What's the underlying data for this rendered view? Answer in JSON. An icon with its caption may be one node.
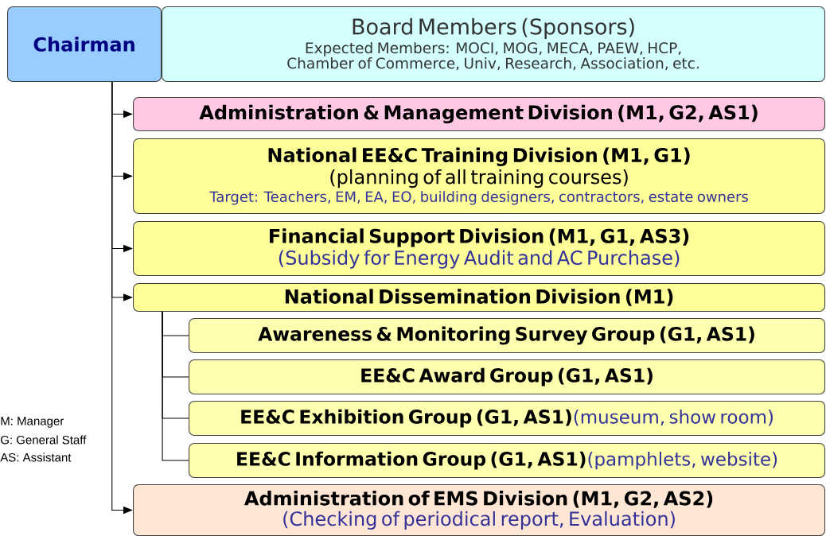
{
  "diagram": {
    "nodes": [
      {
        "text": [
          "Chairman"
        ]
      },
      {
        "text": [
          "Board Members (Sponsors)",
          "Expected Members: MOCI, MOG, MECA, PAEW, HCP, Chamber of Commerce, Univ, Research, Association, etc."
        ]
      },
      {
        "text": [
          "Administration & Management Division  (M1, G2, AS1)"
        ]
      },
      {
        "text": [
          "National EE&C Training Division (M1, G1)",
          "(planning of all training courses)",
          "Target: Teachers, EM, EA, EO, building designers, contractors, estate owners"
        ]
      },
      {
        "text": [
          "Financial Support Division (M1, G1, AS3)",
          "(Subsidy for Energy Audit and AC Purchase)"
        ]
      },
      {
        "text": [
          "National Dissemination Division (M1)"
        ]
      },
      {
        "text": [
          "Awareness & Monitoring Survey Group (G1, AS1)"
        ]
      },
      {
        "text": [
          "EE&C Award Group (G1, AS1)"
        ]
      },
      {
        "text": [
          "EE&C Exhibition Group (G1, AS1)",
          "(museum, show room)"
        ]
      },
      {
        "text": [
          "EE&C Information Group (G1, AS1)",
          "(pamphlets, website)"
        ]
      },
      {
        "text": [
          "Administration of EMS Division (M1, G2, AS2)",
          "(Checking of periodical report, Evaluation)"
        ]
      }
    ],
    "edges": [
      {
        "from": 0,
        "to": 2,
        "arrow": "to"
      },
      {
        "from": 0,
        "to": 3,
        "arrow": "to"
      },
      {
        "from": 0,
        "to": 4,
        "arrow": "to"
      },
      {
        "from": 0,
        "to": 5,
        "arrow": "to"
      },
      {
        "from": 0,
        "to": 10,
        "arrow": "to"
      },
      {
        "from": 5,
        "to": 6,
        "arrow": "none"
      },
      {
        "from": 5,
        "to": 7,
        "arrow": "none"
      },
      {
        "from": 5,
        "to": 8,
        "arrow": "none"
      },
      {
        "from": 5,
        "to": 9,
        "arrow": "none"
      }
    ],
    "labels": [
      "M: Manager",
      "G: General Staff",
      "AS: Assistant"
    ]
  }
}
